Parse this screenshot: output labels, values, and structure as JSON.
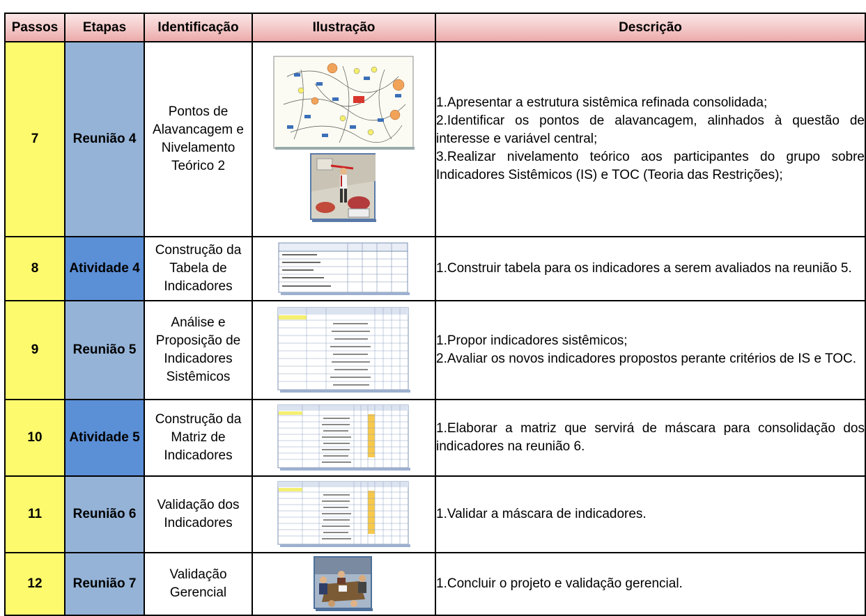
{
  "headers": {
    "passos": "Passos",
    "etapas": "Etapas",
    "identificacao": "Identificação",
    "ilustracao": "Ilustração",
    "descricao": "Descrição"
  },
  "rows": [
    {
      "passo": "7",
      "etapa": "Reunião 4",
      "etapa_type": "reuniao",
      "identificacao": [
        "Pontos de",
        "Alavancagem e",
        "Nivelamento",
        "Teórico 2"
      ],
      "ilustracao": [
        "systemic-map-thumbnail",
        "presenter-clipart"
      ],
      "descricao": [
        "1.Apresentar a estrutura sistêmica refinada consolidada;",
        "2.Identificar os pontos de alavancagem, alinhados à questão de interesse e variável central;",
        "3.Realizar nivelamento teórico aos participantes do grupo sobre Indicadores Sistêmicos (IS) e TOC (Teoria das Restrições);"
      ]
    },
    {
      "passo": "8",
      "etapa": "Atividade 4",
      "etapa_type": "atividade",
      "identificacao": [
        "Construção da",
        "Tabela de",
        "Indicadores"
      ],
      "ilustracao": [
        "indicator-table-thumbnail"
      ],
      "descricao": [
        "1.Construir tabela para os indicadores a serem avaliados na reunião 5."
      ]
    },
    {
      "passo": "9",
      "etapa": "Reunião 5",
      "etapa_type": "reuniao",
      "identificacao": [
        "Análise e",
        "Proposição de",
        "Indicadores",
        "Sistêmicos"
      ],
      "ilustracao": [
        "indicator-proposal-thumbnail"
      ],
      "descricao": [
        "1.Propor indicadores sistêmicos;",
        "2.Avaliar os novos indicadores propostos perante critérios de IS e TOC."
      ]
    },
    {
      "passo": "10",
      "etapa": "Atividade 5",
      "etapa_type": "atividade",
      "identificacao": [
        "Construção da",
        "Matriz de",
        "Indicadores"
      ],
      "ilustracao": [
        "indicator-matrix-thumbnail"
      ],
      "descricao": [
        "1.Elaborar a matriz que servirá de máscara para consolidação dos indicadores na reunião 6."
      ]
    },
    {
      "passo": "11",
      "etapa": "Reunião 6",
      "etapa_type": "reuniao",
      "identificacao": [
        "Validação dos",
        "Indicadores"
      ],
      "ilustracao": [
        "indicator-matrix-thumbnail"
      ],
      "descricao": [
        "1.Validar a máscara de indicadores."
      ]
    },
    {
      "passo": "12",
      "etapa": "Reunião 7",
      "etapa_type": "reuniao",
      "identificacao": [
        "Validação",
        "Gerencial"
      ],
      "ilustracao": [
        "meeting-clipart"
      ],
      "descricao": [
        "1.Concluir o projeto e validação gerencial."
      ]
    }
  ],
  "colors": {
    "passo_bg": "#fefa6e",
    "reuniao_bg": "#95b3d7",
    "atividade_bg": "#5b8fd6",
    "header_bg": "#f3c7c7"
  }
}
